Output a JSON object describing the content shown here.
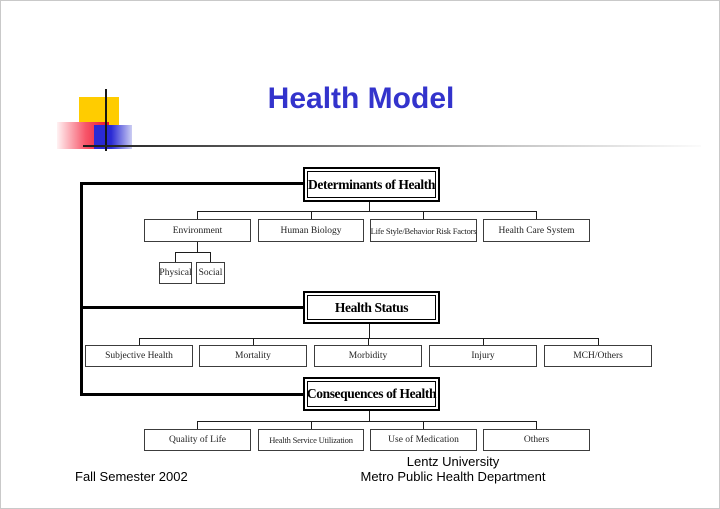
{
  "slide_title": {
    "text": "Health Model",
    "color": "#3333cc"
  },
  "decoration": {
    "logo_colors": {
      "yellow": "#ffcc00",
      "red": "#e8112d",
      "blue": "#2a2ad4"
    },
    "rule_style": "gradient dark-to-light horizontal rule"
  },
  "diagram": {
    "determinants": {
      "label": "Determinants of Health"
    },
    "determinants_children": [
      "Environment",
      "Human Biology",
      "Life Style/Behavior Risk Factors",
      "Health Care System"
    ],
    "environment_children": [
      "Physical",
      "Social"
    ],
    "health_status": {
      "label": "Health Status"
    },
    "health_status_children": [
      "Subjective Health",
      "Mortality",
      "Morbidity",
      "Injury",
      "MCH/Others"
    ],
    "consequences": {
      "label": "Consequences of Health"
    },
    "consequences_children": [
      "Quality of Life",
      "Health Service Utilization",
      "Use of Medication",
      "Others"
    ]
  },
  "footer": {
    "semester": "Fall Semester 2002",
    "organization_line1": "Lentz University",
    "organization_line2": "Metro Public Health Department"
  }
}
